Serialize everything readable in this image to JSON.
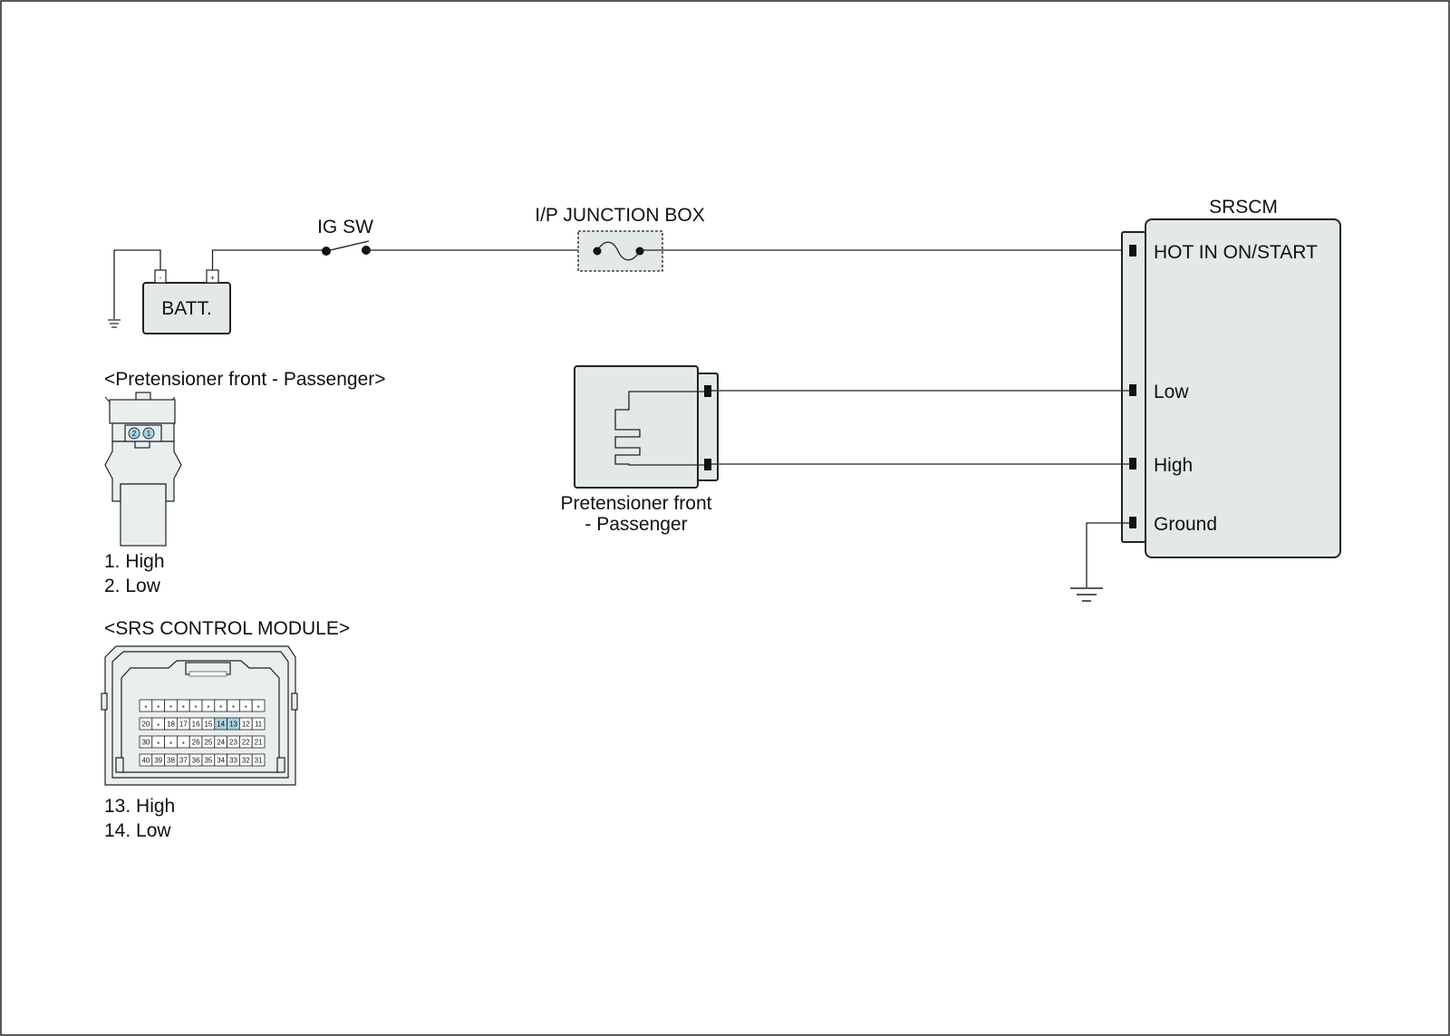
{
  "battery": {
    "label": "BATT.",
    "neg": "-",
    "pos": "+"
  },
  "ig_switch": {
    "label": "IG SW"
  },
  "junction_box": {
    "label": "I/P JUNCTION BOX"
  },
  "srscm": {
    "title": "SRSCM",
    "pins": {
      "hot": "HOT IN ON/START",
      "low": "Low",
      "high": "High",
      "ground": "Ground"
    }
  },
  "pretensioner": {
    "label_line1": "Pretensioner front",
    "label_line2": "- Passenger"
  },
  "pretensioner_connector": {
    "title": "<Pretensioner front - Passenger>",
    "pin_numbers": [
      "2",
      "1"
    ],
    "pins": [
      "1. High",
      "2. Low"
    ]
  },
  "srs_connector": {
    "title": "<SRS CONTROL MODULE>",
    "rows": [
      [
        "*",
        "*",
        "*",
        "*",
        "*",
        "*",
        "*",
        "*",
        "*",
        "*"
      ],
      [
        "20",
        "*",
        "18",
        "17",
        "16",
        "15",
        "14",
        "13",
        "12",
        "11"
      ],
      [
        "30",
        "*",
        "*",
        "*",
        "26",
        "25",
        "24",
        "23",
        "22",
        "21"
      ],
      [
        "40",
        "39",
        "38",
        "37",
        "36",
        "35",
        "34",
        "33",
        "32",
        "31"
      ]
    ],
    "highlighted": [
      "13",
      "14"
    ],
    "pins": [
      "13. High",
      "14. Low"
    ]
  },
  "colors": {
    "highlight": "#a9d2e2",
    "component_fill": "#e3e9e9"
  }
}
